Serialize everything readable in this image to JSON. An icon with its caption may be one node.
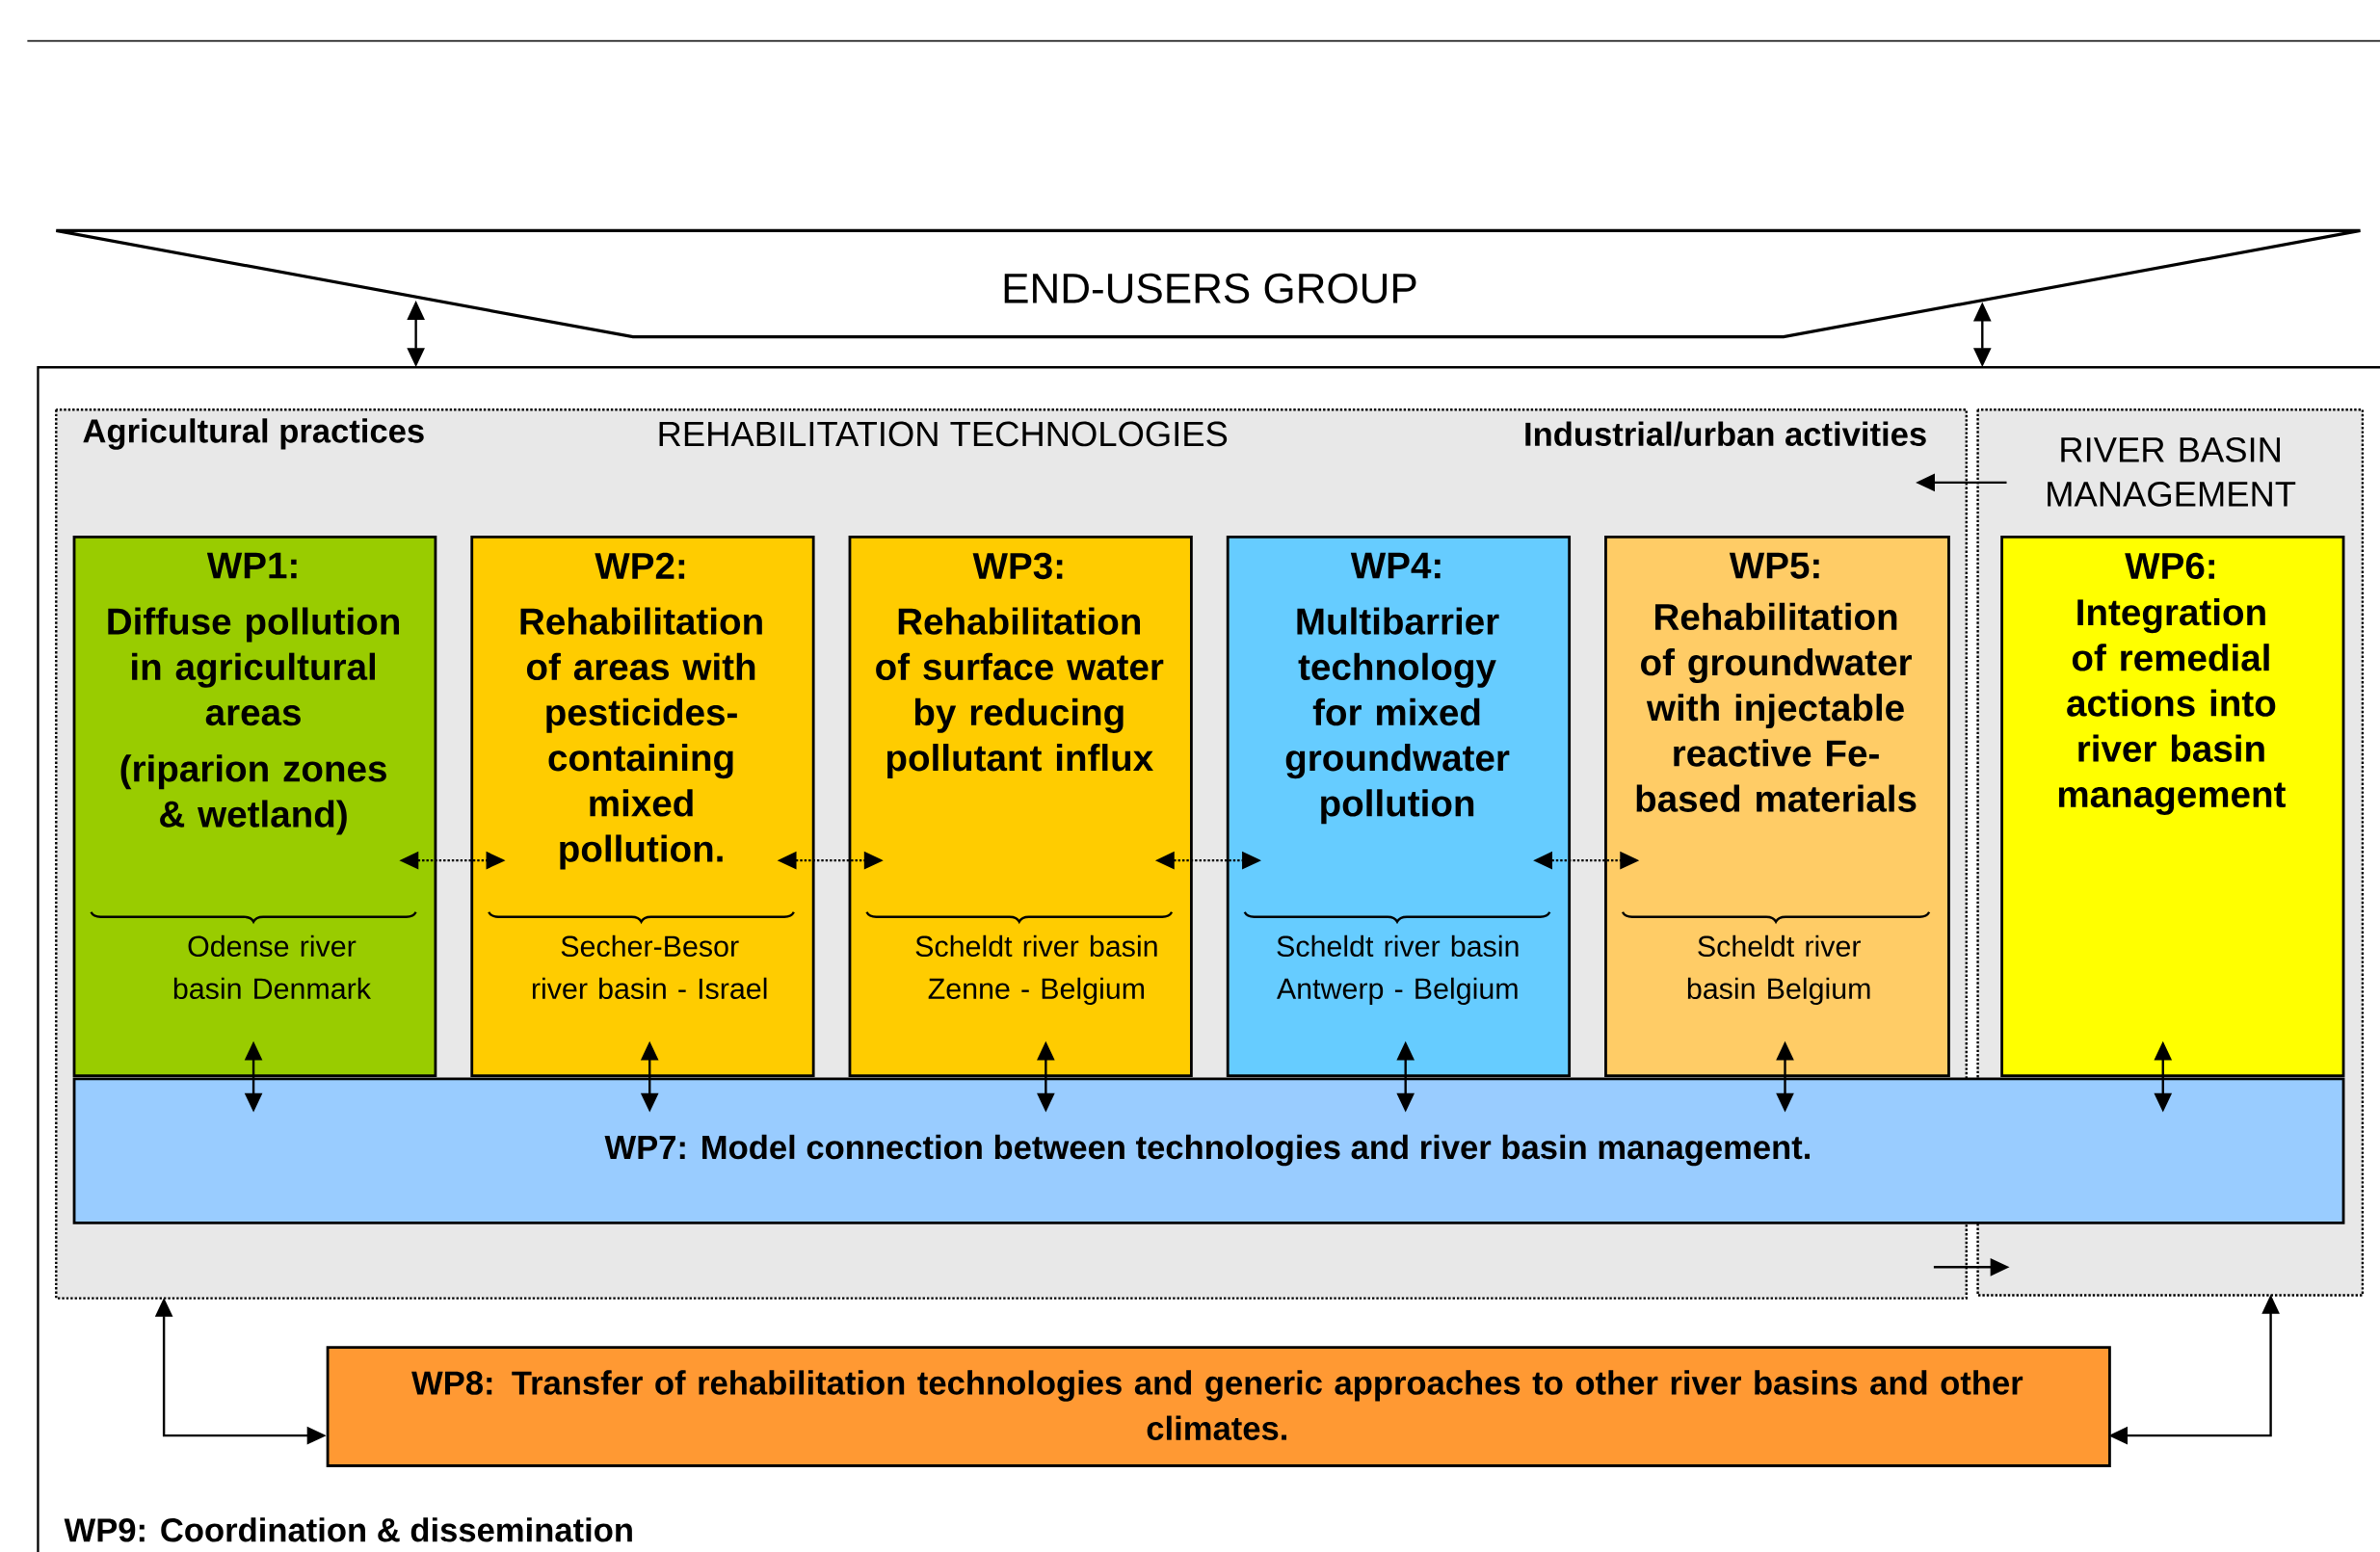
{
  "diagram": {
    "nodes": [
      {
        "text": [
          "END-USERS GROUP"
        ]
      },
      {
        "text": [
          "WP9: Coordination & dissemination"
        ]
      },
      {
        "text": [
          "Agricultural practices",
          "REHABILITATION TECHNOLOGIES",
          "Industrial/urban activities"
        ],
        "in": 1
      },
      {
        "text": [
          "RIVER BASIN MANAGEMENT"
        ],
        "in": 1
      },
      {
        "text": [
          "WP1:",
          "Diffuse pollution in agricultural areas",
          "(riparion zones & wetland)",
          "Odense river basin Denmark"
        ],
        "in": 2
      },
      {
        "text": [
          "WP2:",
          "Rehabilitation of areas with pesticides-containing mixed pollution.",
          "Secher-Besor river basin - Israel"
        ],
        "in": 2
      },
      {
        "text": [
          "WP3:",
          "Rehabilitation of surface water by reducing pollutant influx",
          "Scheldt river basin Zenne - Belgium"
        ],
        "in": 2
      },
      {
        "text": [
          "WP4:",
          "Multibarrier technology for mixed groundwater pollution",
          "Scheldt river basin Antwerp - Belgium"
        ],
        "in": 2
      },
      {
        "text": [
          "WP5:",
          "Rehabilitation of groundwater with injectable reactive Fe-based materials",
          "Scheldt river basin Belgium"
        ],
        "in": 2
      },
      {
        "text": [
          "WP6:",
          "Integration of remedial actions into river basin management"
        ],
        "in": 3
      },
      {
        "text": [
          "WP7: Model connection between technologies and river basin management."
        ],
        "in": 1
      },
      {
        "text": [
          "WP8: Transfer of rehabilitation technologies and generic approaches to other river basins and other climates."
        ],
        "in": 1
      }
    ],
    "edges": [
      {
        "from": 0,
        "to": 1,
        "arrow": "both"
      },
      {
        "from": 0,
        "to": 1,
        "arrow": "both"
      },
      {
        "from": 4,
        "to": 5,
        "arrow": "both",
        "style": "dashed"
      },
      {
        "from": 5,
        "to": 6,
        "arrow": "both",
        "style": "dashed"
      },
      {
        "from": 6,
        "to": 7,
        "arrow": "both",
        "style": "dashed"
      },
      {
        "from": 7,
        "to": 8,
        "arrow": "both",
        "style": "dashed"
      },
      {
        "from": 4,
        "to": 10,
        "arrow": "both"
      },
      {
        "from": 5,
        "to": 10,
        "arrow": "both"
      },
      {
        "from": 6,
        "to": 10,
        "arrow": "both"
      },
      {
        "from": 7,
        "to": 10,
        "arrow": "both"
      },
      {
        "from": 8,
        "to": 10,
        "arrow": "both"
      },
      {
        "from": 9,
        "to": 10,
        "arrow": "both"
      },
      {
        "from": 3,
        "to": 2,
        "arrow": "to"
      },
      {
        "from": 2,
        "to": 3,
        "arrow": "to"
      },
      {
        "from": 11,
        "to": 2,
        "arrow": "both"
      },
      {
        "from": 11,
        "to": 3,
        "arrow": "both"
      }
    ]
  }
}
